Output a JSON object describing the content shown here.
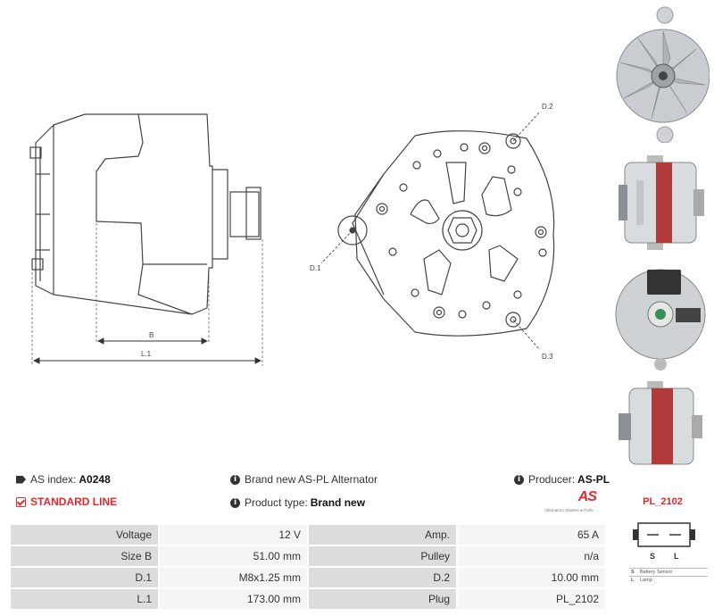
{
  "diagram": {
    "label_b": "B",
    "label_l1": "L.1",
    "label_d1": "D.1",
    "label_d2": "D.2",
    "label_d3": "D.3"
  },
  "info": {
    "index_label": "AS index:",
    "index_value": "A0248",
    "standard_line": "STANDARD LINE",
    "description": "Brand new AS-PL Alternator",
    "product_type_label": "Product type:",
    "product_type_value": "Brand new",
    "producer_label": "Producer:",
    "producer_value": "AS-PL"
  },
  "logo": {
    "mark": "AS",
    "subtitle": "Alternators Starters & Parts"
  },
  "specs": [
    {
      "k1": "Voltage",
      "v1": "12 V",
      "k2": "Amp.",
      "v2": "65 A"
    },
    {
      "k1": "Size B",
      "v1": "51.00 mm",
      "k2": "Pulley",
      "v2": "n/a"
    },
    {
      "k1": "D.1",
      "v1": "M8x1.25 mm",
      "k2": "D.2",
      "v2": "10.00 mm"
    },
    {
      "k1": "L.1",
      "v1": "173.00 mm",
      "k2": "Plug",
      "v2": "PL_2102"
    }
  ],
  "plug": {
    "title": "PL_2102",
    "pin_s": "S",
    "pin_l": "L",
    "legend": [
      {
        "code": "S",
        "text": "Battery Sensor"
      },
      {
        "code": "L",
        "text": "Lamp"
      }
    ]
  },
  "colors": {
    "accent": "#e0282e",
    "key_cell": "#dcdcdc",
    "value_cell": "#f5f5f5"
  }
}
